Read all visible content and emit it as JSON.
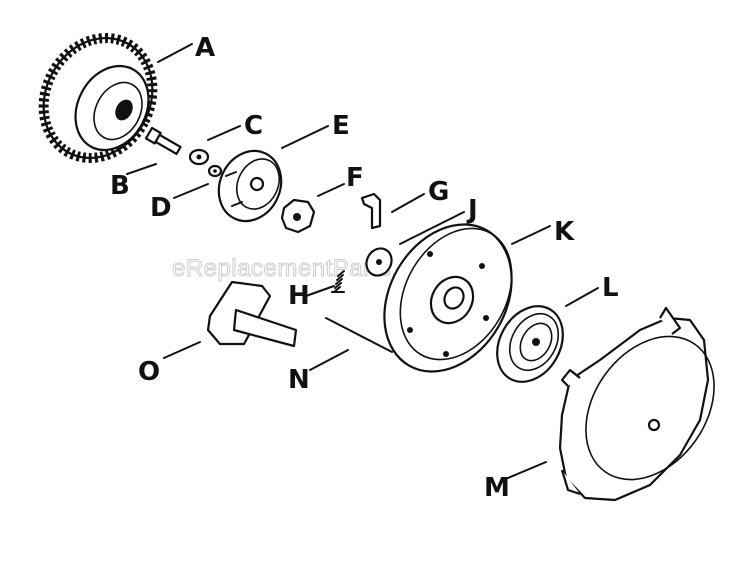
{
  "watermark": "eReplacementParts.com",
  "parts": [
    {
      "key": "A",
      "label": "A",
      "icon": "tire-icon"
    },
    {
      "key": "B",
      "label": "B",
      "icon": "hub-icon"
    },
    {
      "key": "C",
      "label": "C",
      "icon": "washer-icon"
    },
    {
      "key": "D",
      "label": "D",
      "icon": "small-washer-icon"
    },
    {
      "key": "E",
      "label": "E",
      "icon": "pulley-icon"
    },
    {
      "key": "F",
      "label": "F",
      "icon": "pawl-icon"
    },
    {
      "key": "G",
      "label": "G",
      "icon": "dog-icon"
    },
    {
      "key": "H",
      "label": "H",
      "icon": "spring-icon"
    },
    {
      "key": "J",
      "label": "J",
      "icon": "retainer-washer-icon"
    },
    {
      "key": "K",
      "label": "K",
      "icon": "starter-pulley-icon"
    },
    {
      "key": "L",
      "label": "L",
      "icon": "recoil-spring-icon"
    },
    {
      "key": "M",
      "label": "M",
      "icon": "housing-icon"
    },
    {
      "key": "N",
      "label": "N",
      "icon": "rope-icon"
    },
    {
      "key": "O",
      "label": "O",
      "icon": "handle-icon"
    }
  ]
}
